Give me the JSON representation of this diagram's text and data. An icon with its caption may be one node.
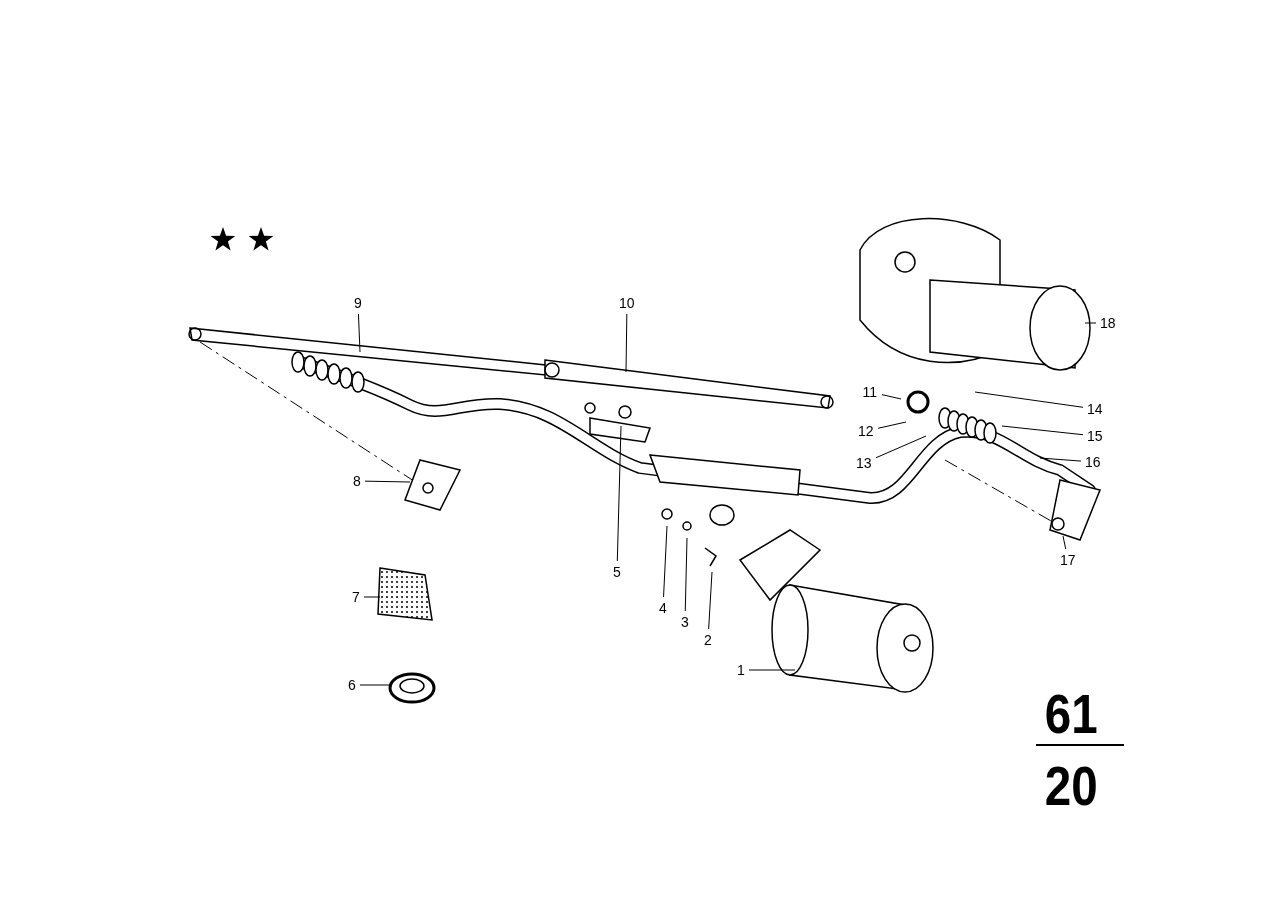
{
  "diagram": {
    "nodes": [
      {
        "text": [
          "1"
        ]
      },
      {
        "text": [
          "2"
        ]
      },
      {
        "text": [
          "3"
        ]
      },
      {
        "text": [
          "4"
        ]
      },
      {
        "text": [
          "5"
        ]
      },
      {
        "text": [
          "6"
        ]
      },
      {
        "text": [
          "7"
        ]
      },
      {
        "text": [
          "8"
        ]
      },
      {
        "text": [
          "9"
        ]
      },
      {
        "text": [
          "10"
        ]
      },
      {
        "text": [
          "11"
        ]
      },
      {
        "text": [
          "12"
        ]
      },
      {
        "text": [
          "13"
        ]
      },
      {
        "text": [
          "14"
        ]
      },
      {
        "text": [
          "15"
        ]
      },
      {
        "text": [
          "16"
        ]
      },
      {
        "text": [
          "17"
        ]
      },
      {
        "text": [
          "18"
        ]
      }
    ],
    "edges": [
      {
        "from": 0,
        "to": null,
        "arrow": "none"
      },
      {
        "from": 1,
        "to": null,
        "arrow": "none"
      },
      {
        "from": 2,
        "to": null,
        "arrow": "none"
      },
      {
        "from": 3,
        "to": null,
        "arrow": "none"
      },
      {
        "from": 4,
        "to": null,
        "arrow": "none"
      },
      {
        "from": 5,
        "to": null,
        "arrow": "none"
      },
      {
        "from": 6,
        "to": null,
        "arrow": "none"
      },
      {
        "from": 7,
        "to": null,
        "arrow": "none"
      },
      {
        "from": 8,
        "to": null,
        "arrow": "none"
      },
      {
        "from": 9,
        "to": null,
        "arrow": "none"
      },
      {
        "from": 10,
        "to": null,
        "arrow": "none"
      },
      {
        "from": 11,
        "to": null,
        "arrow": "none"
      },
      {
        "from": 12,
        "to": null,
        "arrow": "none"
      },
      {
        "from": 13,
        "to": null,
        "arrow": "none"
      },
      {
        "from": 14,
        "to": null,
        "arrow": "none"
      },
      {
        "from": 15,
        "to": null,
        "arrow": "none"
      },
      {
        "from": 16,
        "to": null,
        "arrow": "none"
      },
      {
        "from": 17,
        "to": null,
        "arrow": "none"
      }
    ],
    "labels": [
      "61",
      "20"
    ]
  }
}
